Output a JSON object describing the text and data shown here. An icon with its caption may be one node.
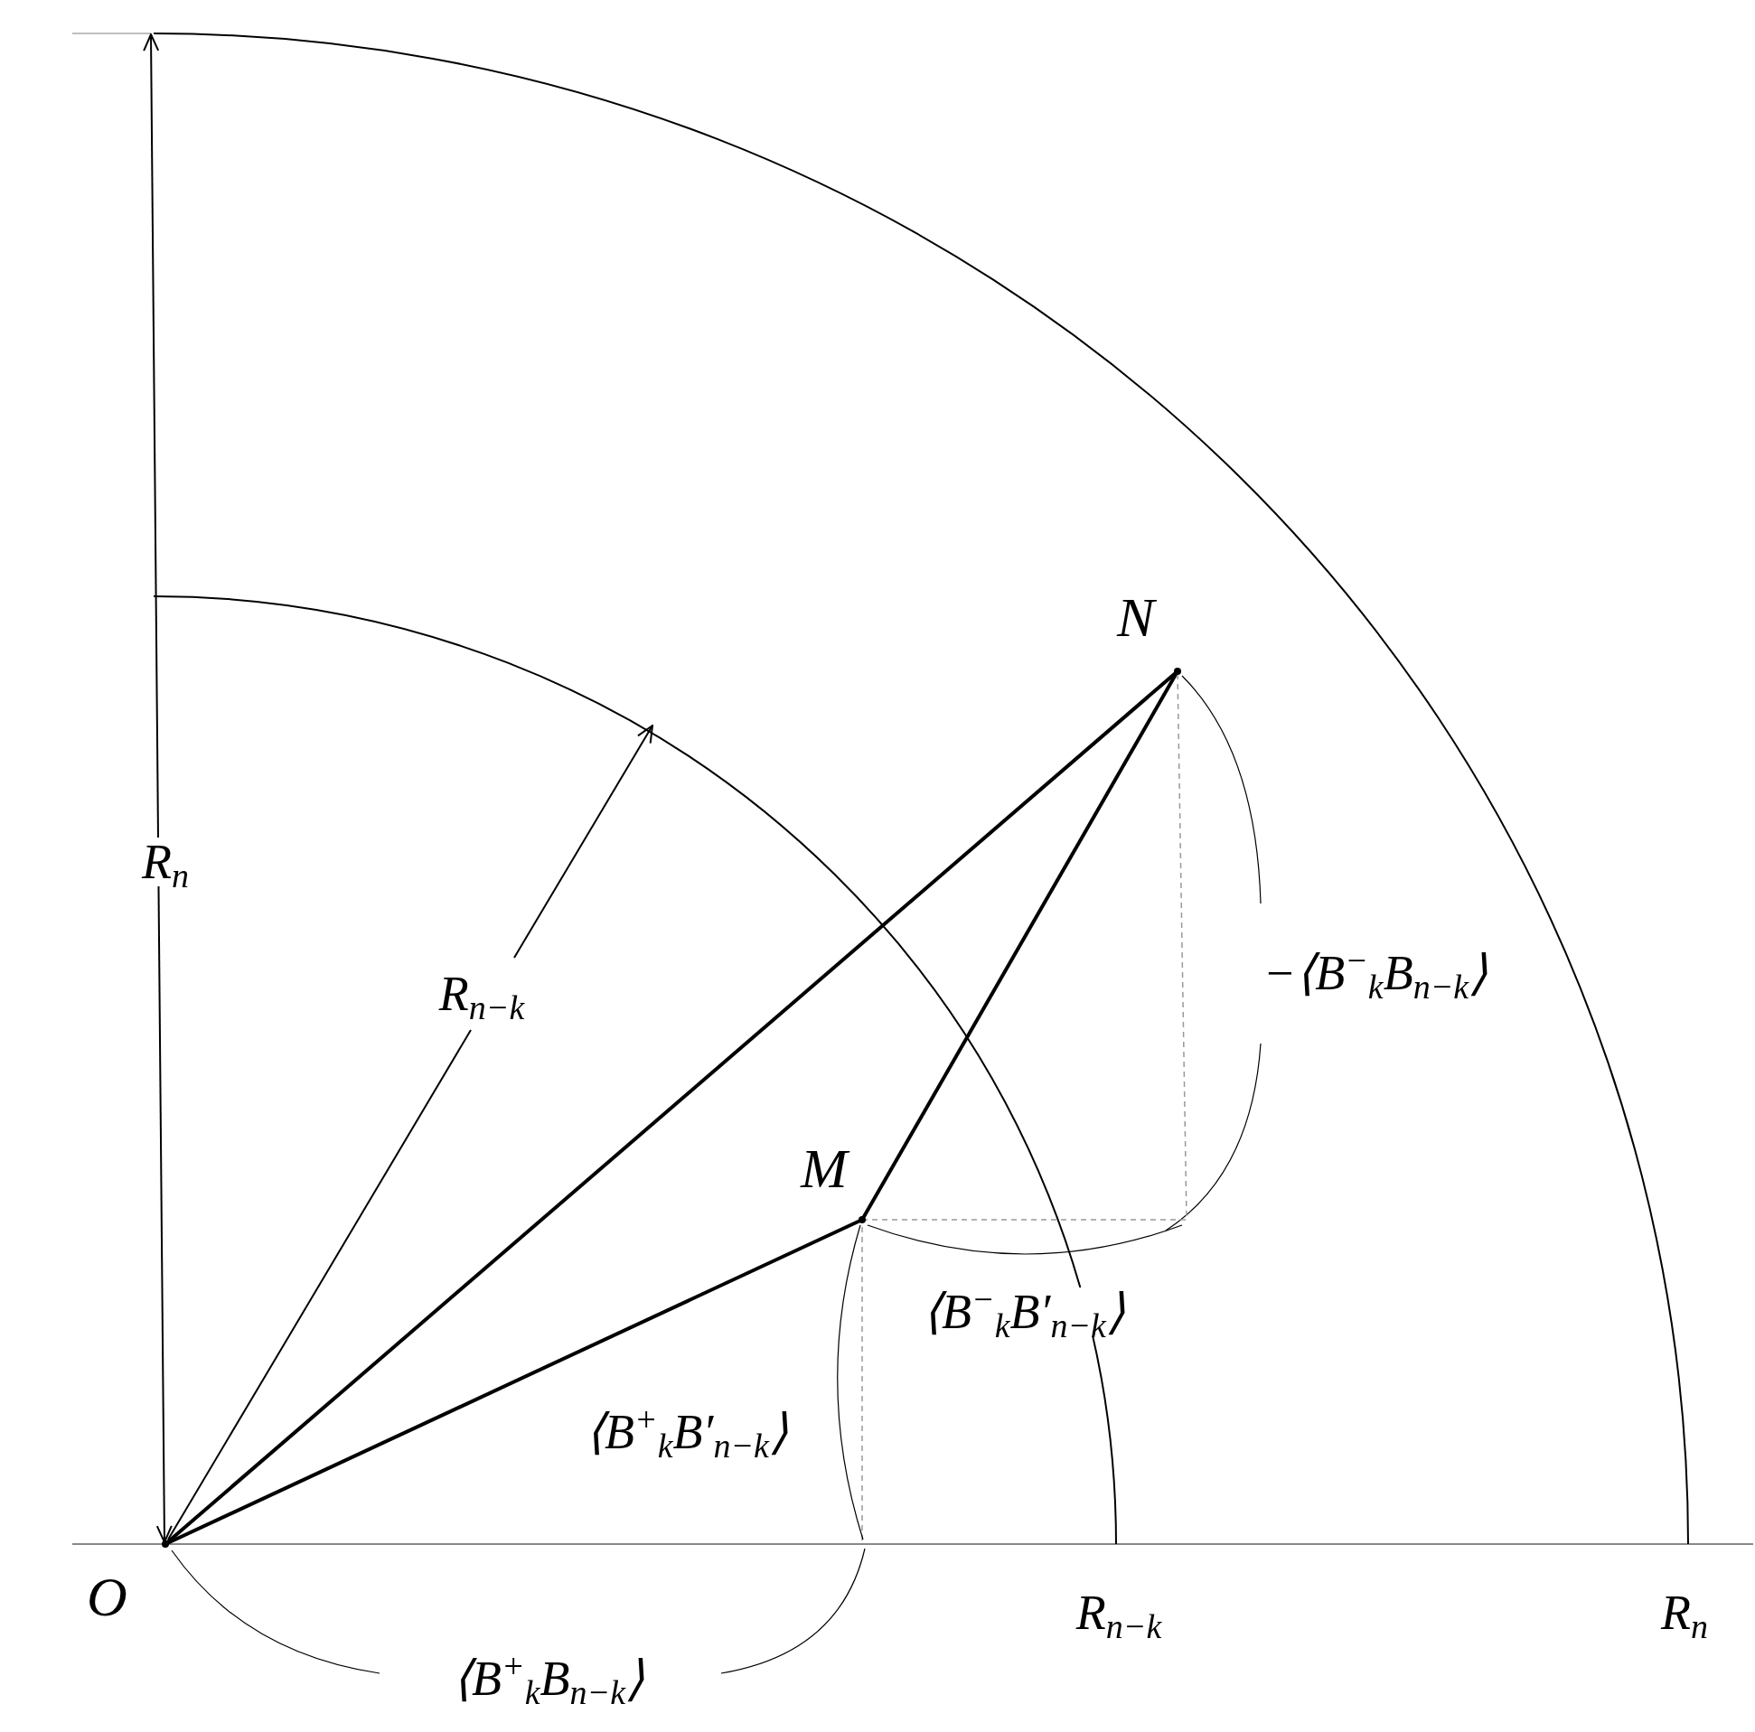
{
  "diagram": {
    "nodes": [
      {
        "text": [
          "N"
        ]
      },
      {
        "text": [
          "M"
        ]
      },
      {
        "text": [
          "O"
        ]
      }
    ],
    "edges": [
      {
        "from": 2,
        "to": 0,
        "arrow": "none"
      },
      {
        "from": 2,
        "to": 1,
        "arrow": "none"
      },
      {
        "from": 1,
        "to": 0,
        "arrow": "none"
      },
      {
        "from": 1,
        "to": 0,
        "arrow": "none",
        "style": "dashed",
        "color": "#999999"
      }
    ],
    "labels": [
      "R$_{n}$",
      "R$_{n−k}$",
      "−⟨B$^{−}$$_{k}$B$_{n−k}$⟩",
      "⟨B$^{−}$$_{k}$B′$_{n−k}$⟩",
      "⟨B$^{+}$$_{k}$B′$_{n−k}$⟩",
      "R$_{n−k}$",
      "R$_{n}$",
      "⟨B$^{+}$$_{k}$B$_{n−k}$⟩"
    ]
  }
}
